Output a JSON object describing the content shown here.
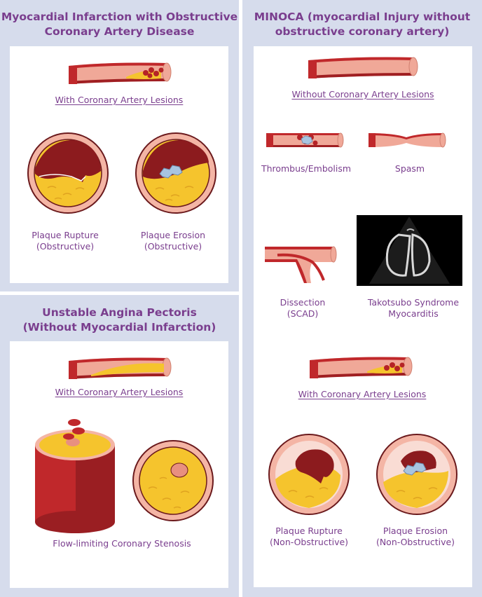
{
  "colors": {
    "background": "#d6dcec",
    "title": "#7a3e8e",
    "label": "#7a3e8e",
    "vessel_red": "#c0282b",
    "vessel_inner": "#f0a898",
    "plaque_yellow": "#f5c42d",
    "clot_red": "#8c1b1e",
    "thrombus_blue": "#a8c4e0"
  },
  "panels": {
    "mi_obstructive": {
      "title_line1": "Myocardial Infarction with Obstructive",
      "title_line2": "Coronary Artery Disease",
      "lesion_caption": "With Coronary Artery Lesions",
      "items": [
        {
          "line1": "Plaque Rupture",
          "line2": "(Obstructive)"
        },
        {
          "line1": "Plaque Erosion",
          "line2": "(Obstructive)"
        }
      ]
    },
    "unstable_angina": {
      "title_line1": "Unstable Angina Pectoris",
      "title_line2": "(Without Myocardial Infarction)",
      "lesion_caption": "With Coronary Artery Lesions",
      "stenosis_caption": "Flow-limiting Coronary Stenosis"
    },
    "minoca": {
      "title_line1": "MINOCA (myocardial Injury without",
      "title_line2": "obstructive coronary artery)",
      "no_lesion_caption": "Without Coronary Artery Lesions",
      "thrombus": "Thrombus/Embolism",
      "spasm": "Spasm",
      "dissection_line1": "Dissection",
      "dissection_line2": "(SCAD)",
      "takotsubo_line1": "Takotsubo Syndrome",
      "takotsubo_line2": "Myocarditis",
      "lesion_caption": "With Coronary Artery Lesions",
      "items": [
        {
          "line1": "Plaque Rupture",
          "line2": "(Non-Obstructive)"
        },
        {
          "line1": "Plaque Erosion",
          "line2": "(Non-Obstructive)"
        }
      ]
    }
  }
}
